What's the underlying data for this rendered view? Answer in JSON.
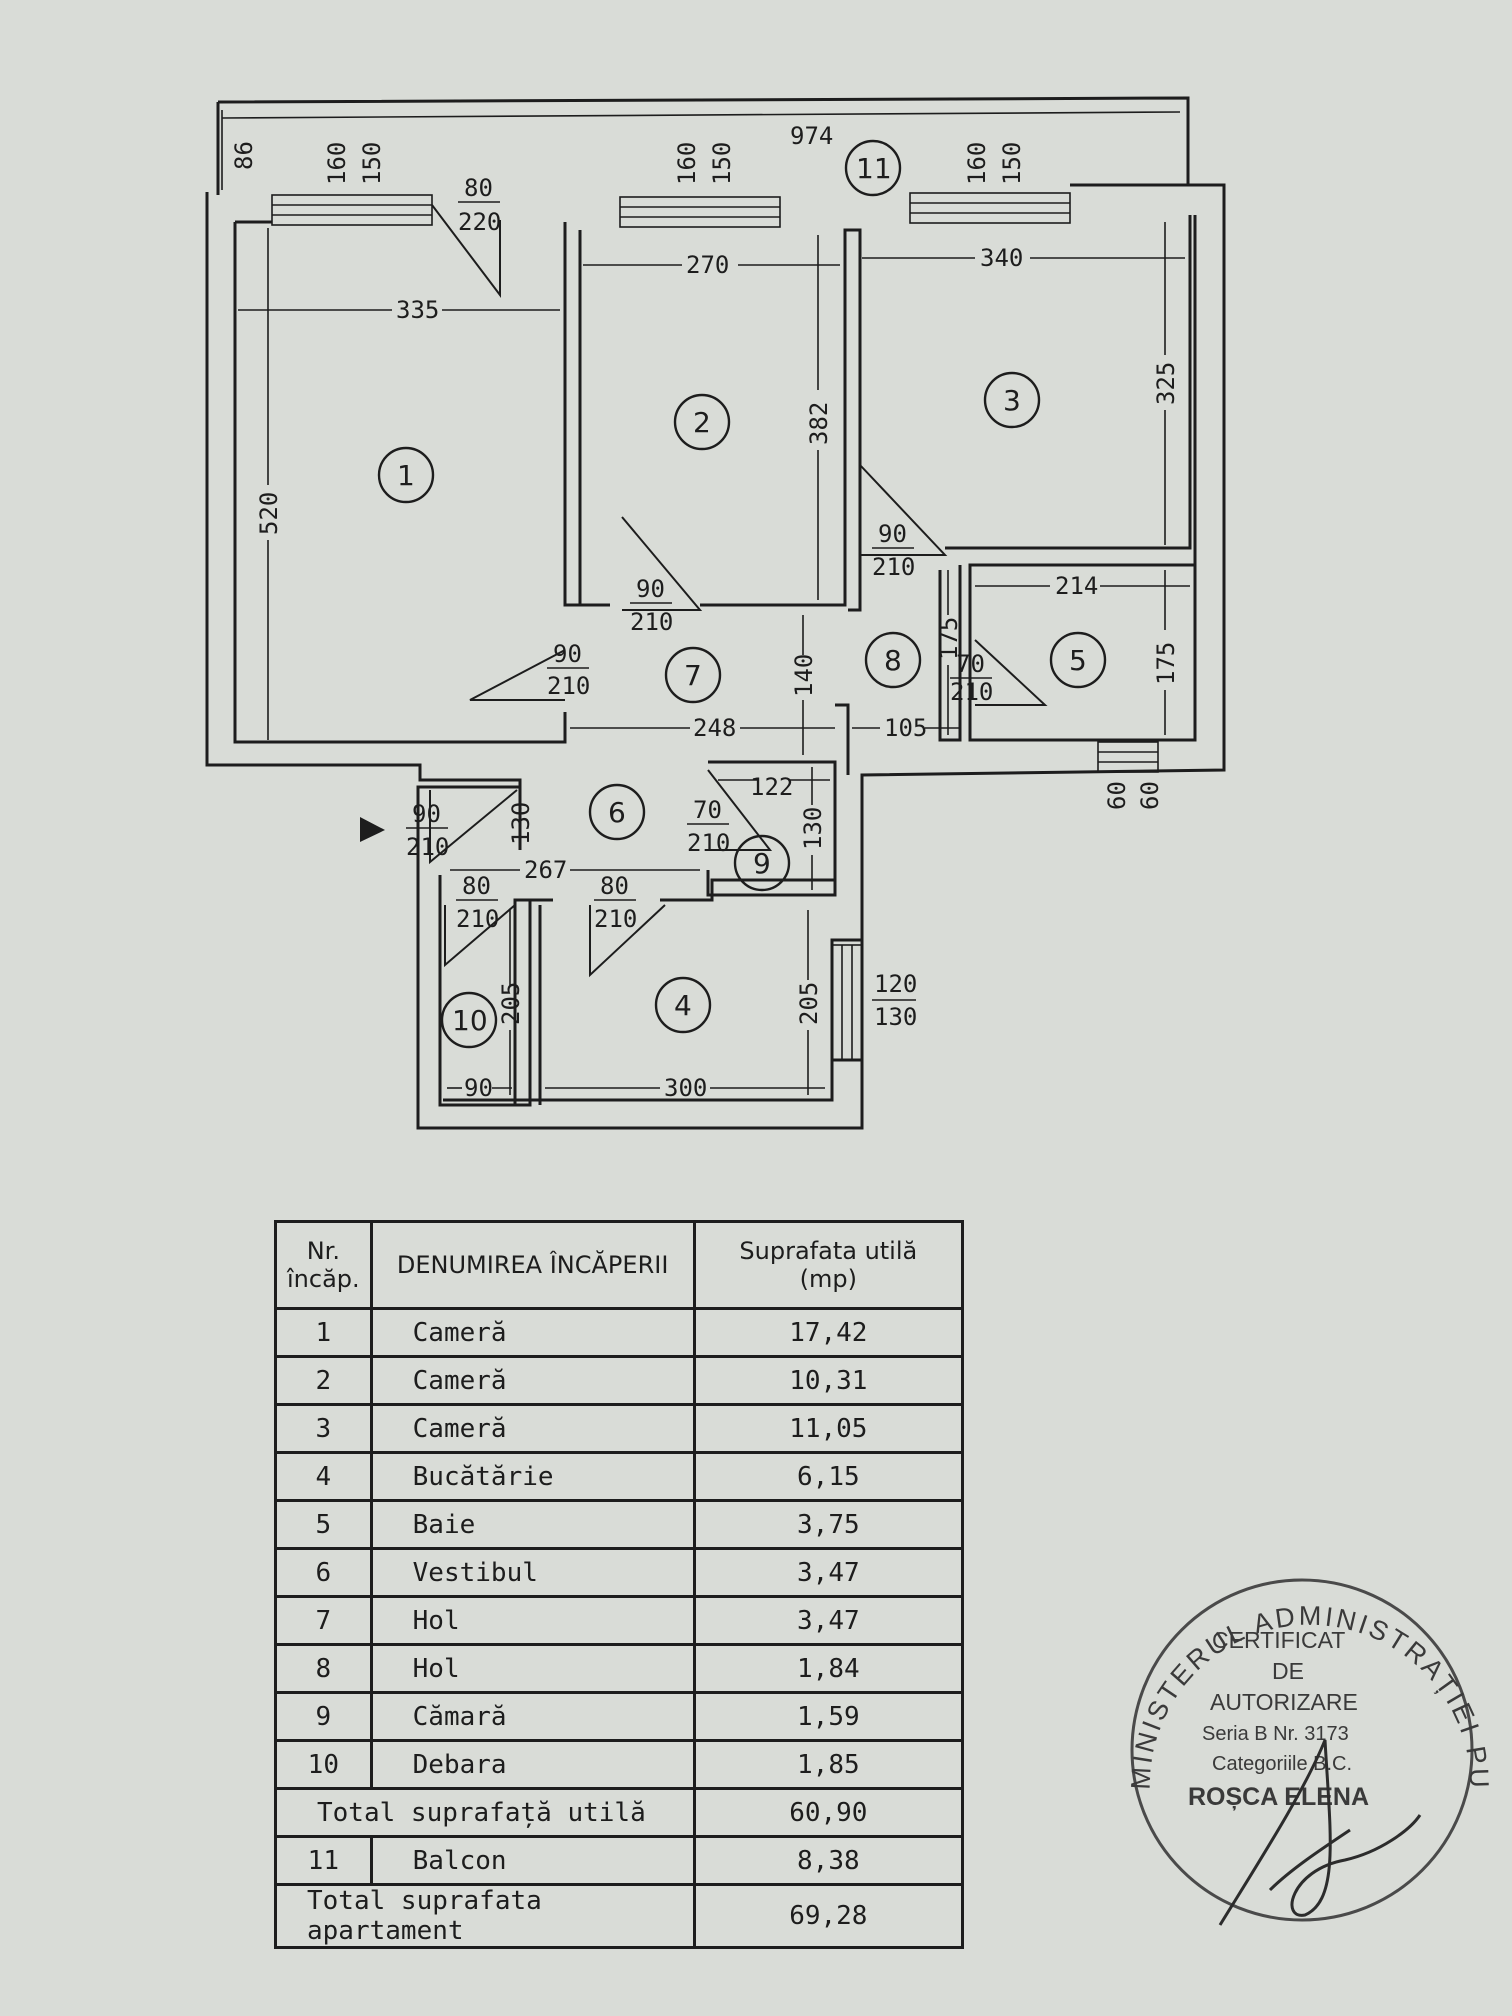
{
  "plan": {
    "overall_dim": "974",
    "balcony_depth": "86",
    "rooms": [
      {
        "no": "1",
        "dims": [
          "335",
          "520"
        ]
      },
      {
        "no": "2",
        "dims": [
          "270",
          "382"
        ]
      },
      {
        "no": "3",
        "dims": [
          "340",
          "325"
        ]
      },
      {
        "no": "4",
        "dims": [
          "300",
          "205"
        ]
      },
      {
        "no": "5",
        "dims": [
          "214",
          "175"
        ]
      },
      {
        "no": "6",
        "dims": [
          "267",
          "130"
        ]
      },
      {
        "no": "7",
        "dims": [
          "248",
          "140"
        ]
      },
      {
        "no": "8",
        "dims": [
          "105",
          "175"
        ]
      },
      {
        "no": "9",
        "dims": [
          "122",
          "130"
        ]
      },
      {
        "no": "10",
        "dims": [
          "90",
          "205"
        ]
      },
      {
        "no": "11",
        "dims": []
      }
    ],
    "windows": [
      {
        "w": "160",
        "h": "150"
      },
      {
        "w": "160",
        "h": "150"
      },
      {
        "w": "160",
        "h": "150"
      },
      {
        "w": "120",
        "h": "130"
      },
      {
        "w": "60",
        "h": "60"
      }
    ],
    "doors": [
      {
        "w": "80",
        "h": "220"
      },
      {
        "w": "90",
        "h": "210"
      },
      {
        "w": "90",
        "h": "210"
      },
      {
        "w": "90",
        "h": "210"
      },
      {
        "w": "70",
        "h": "210"
      },
      {
        "w": "90",
        "h": "210"
      },
      {
        "w": "70",
        "h": "210"
      },
      {
        "w": "80",
        "h": "210"
      },
      {
        "w": "80",
        "h": "210"
      }
    ]
  },
  "table": {
    "headers": [
      "Nr.\nîncăp.",
      "DENUMIREA ÎNCĂPERII",
      "Suprafata utilă\n(mp)"
    ],
    "rows": [
      {
        "n": "1",
        "name": "Cameră",
        "area": "17,42"
      },
      {
        "n": "2",
        "name": "Cameră",
        "area": "10,31"
      },
      {
        "n": "3",
        "name": "Cameră",
        "area": "11,05"
      },
      {
        "n": "4",
        "name": "Bucătărie",
        "area": "6,15"
      },
      {
        "n": "5",
        "name": "Baie",
        "area": "3,75"
      },
      {
        "n": "6",
        "name": "Vestibul",
        "area": "3,47"
      },
      {
        "n": "7",
        "name": "Hol",
        "area": "3,47"
      },
      {
        "n": "8",
        "name": "Hol",
        "area": "1,84"
      },
      {
        "n": "9",
        "name": "Cămară",
        "area": "1,59"
      },
      {
        "n": "10",
        "name": "Debara",
        "area": "1,85"
      }
    ],
    "total_util_label": "Total suprafață utilă",
    "total_util": "60,90",
    "balcony": {
      "n": "11",
      "name": "Balcon",
      "area": "8,38"
    },
    "total_apt_label": "Total suprafata apartament",
    "total_apt": "69,28"
  },
  "stamp": {
    "ring_text": "MINISTERUL ADMINISTRAȚIEI PUBLICE",
    "lines": [
      "CERTIFICAT",
      "DE",
      "AUTORIZARE",
      "Seria B  Nr. 3173",
      "Categoriile B.C.",
      "ROȘCA ELENA"
    ]
  }
}
